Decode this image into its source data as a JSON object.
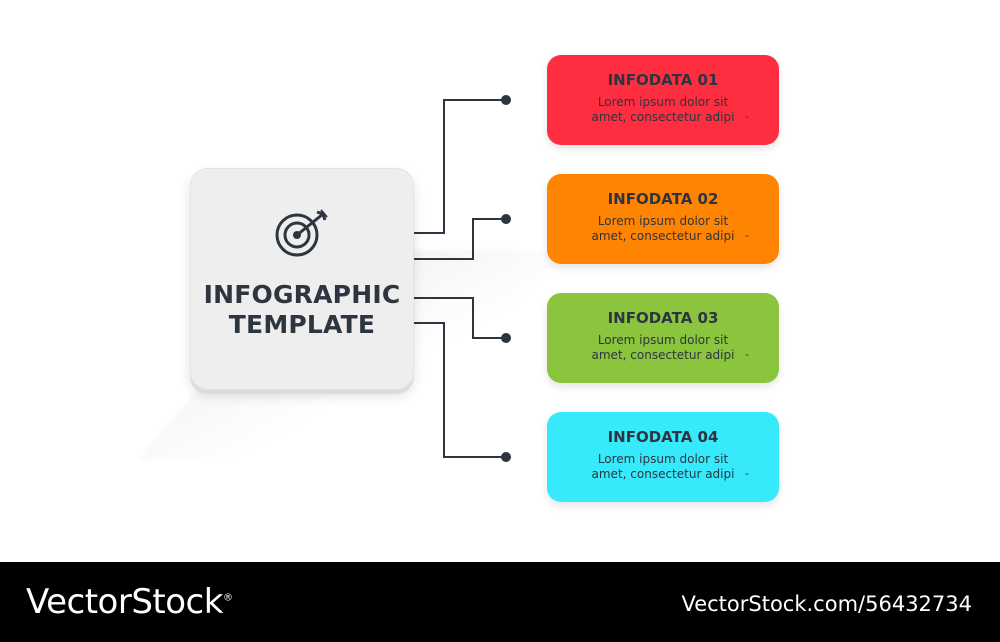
{
  "center": {
    "title_line1": "INFOGRAPHIC",
    "title_line2": "TEMPLATE",
    "icon": "target-icon"
  },
  "cards": [
    {
      "title": "INFODATA 01",
      "line1": "Lorem ipsum dolor sit",
      "line2": "amet, consectetur adipi",
      "dash": "-",
      "color": "#fe2d40"
    },
    {
      "title": "INFODATA 02",
      "line1": "Lorem ipsum dolor sit",
      "line2": "amet, consectetur adipi",
      "dash": "-",
      "color": "#ff8401"
    },
    {
      "title": "INFODATA 03",
      "line1": "Lorem ipsum dolor sit",
      "line2": "amet, consectetur adipi",
      "dash": "-",
      "color": "#8bc43d"
    },
    {
      "title": "INFODATA 04",
      "line1": "Lorem ipsum dolor sit",
      "line2": "amet, consectetur adipi",
      "dash": "-",
      "color": "#37eafb"
    }
  ],
  "colors": {
    "connector": "#2d3540",
    "box": "#eeeeee"
  },
  "footer": {
    "brand": "VectorStock",
    "brand_mark": "®",
    "url": "VectorStock.com/56432734"
  }
}
